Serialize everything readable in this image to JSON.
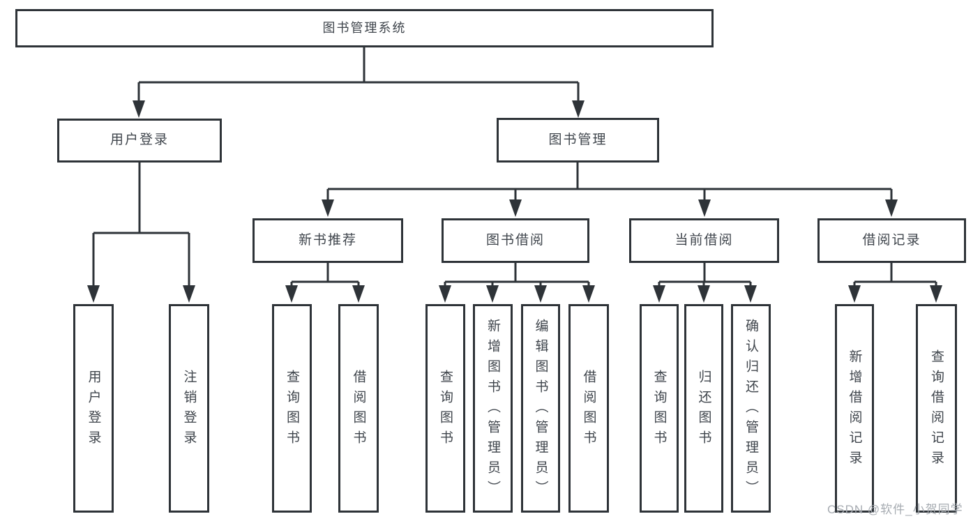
{
  "diagram": {
    "root": {
      "label": "图书管理系统"
    },
    "branches": {
      "user_login": {
        "label": "用户登录",
        "children": [
          {
            "label": "用户登录"
          },
          {
            "label": "注销登录"
          }
        ]
      },
      "book_management": {
        "label": "图书管理",
        "sections": [
          {
            "label": "新书推荐",
            "children": [
              {
                "label": "查询图书"
              },
              {
                "label": "借阅图书"
              }
            ]
          },
          {
            "label": "图书借阅",
            "children": [
              {
                "label": "查询图书"
              },
              {
                "label": "新增图书（管理员）"
              },
              {
                "label": "编辑图书（管理员）"
              },
              {
                "label": "借阅图书"
              }
            ]
          },
          {
            "label": "当前借阅",
            "children": [
              {
                "label": "查询图书"
              },
              {
                "label": "归还图书"
              },
              {
                "label": "确认归还（管理员）"
              }
            ]
          },
          {
            "label": "借阅记录",
            "children": [
              {
                "label": "新增借阅记录"
              },
              {
                "label": "查询借阅记录"
              }
            ]
          }
        ]
      }
    },
    "watermark": "CSDN @软件_小贺同学",
    "colors": {
      "line": "#2e3338",
      "text": "#3f454c",
      "watermark": "#a6abb1",
      "background": "#ffffff"
    }
  }
}
